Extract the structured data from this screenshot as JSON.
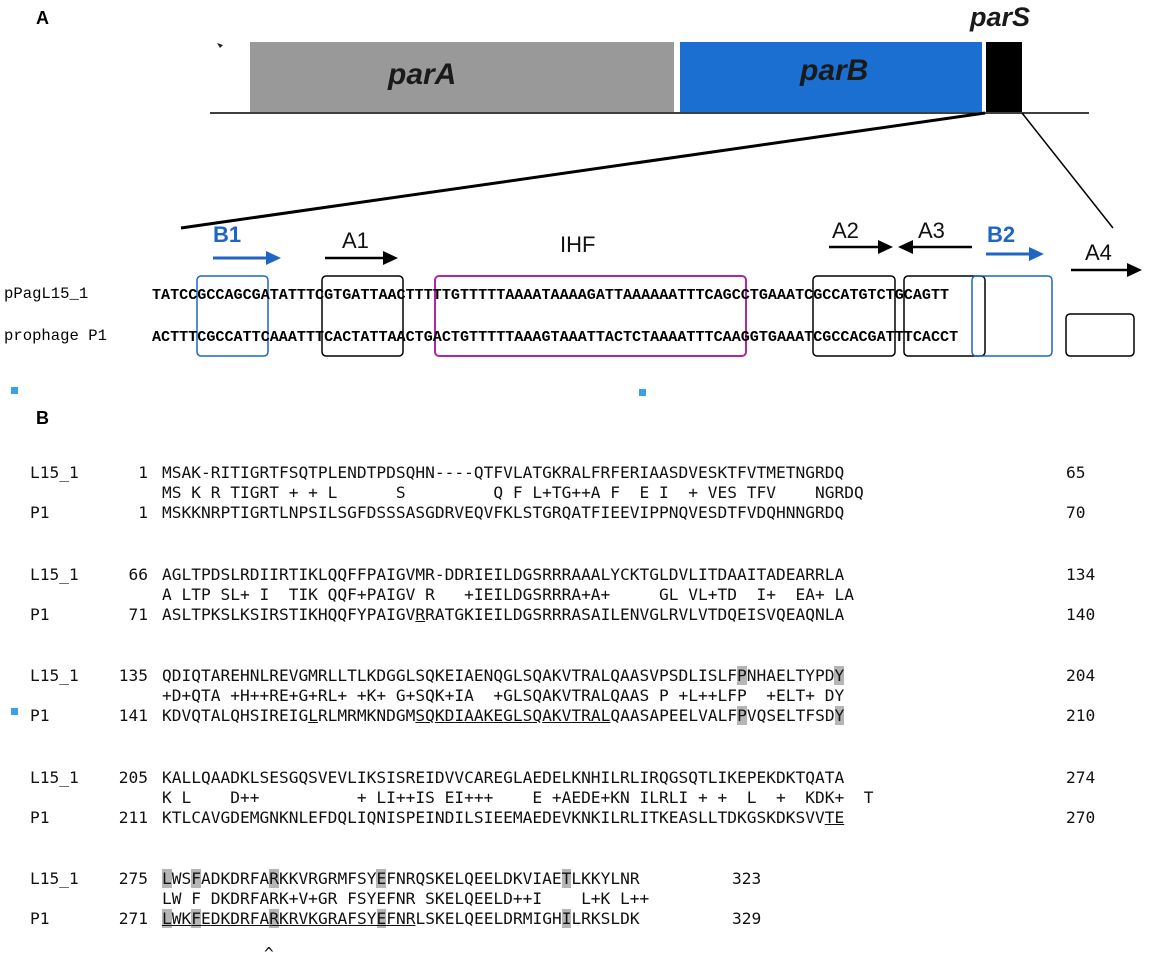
{
  "panel_a": {
    "label": "A",
    "gene_par_a": "parA",
    "gene_par_b": "parB",
    "site_par_s": "parS",
    "sites": {
      "b1": "B1",
      "a1": "A1",
      "ihf": "IHF",
      "a2": "A2",
      "a3": "A3",
      "b2": "B2",
      "a4": "A4"
    },
    "seq_names": [
      "pPagL15_1",
      "prophage P1"
    ],
    "sequences": [
      "TATCCGCCAGCGATATTTCGTGATTAACTTTTTGTTTTTAAAATAAAAGATTAAAAAATTTCAGCCTGAAATCGCCATGTCTGCAGTT",
      "ACTTTCGCCATTCAAATTTCACTATTAACTGACTGTTTTTAAAGTAAATTACTCTAAAATTTCAAGGTGAAATCGCCACGATTTCACCT"
    ],
    "colors": {
      "par_a": "#999999",
      "par_b": "#1a6fd1",
      "par_s": "#000000",
      "ihf_box": "#b0279f",
      "b_box": "#1f66c2",
      "a_box": "#000000"
    }
  },
  "panel_b": {
    "label": "B",
    "blocks": [
      {
        "q_name": "L15_1",
        "q_start": "1",
        "q_seq": "MSAK-RITIGRTFSQTPLENDTPDSQHN----QTFVLATGKRALFRFERIAASDVESKTFVTMETNGRDQ",
        "q_end": "65",
        "mid": "MS K R TIGRT + + L      S         Q F L+TG++A F  E I  + VES TFV    NGRDQ",
        "s_name": "P1",
        "s_start": "1",
        "s_seq": "MSKKNRPTIGRTLNPSILSGFDSSSASGDRVEQVFKLSTGRQATFIEEVIPPNQVESDTFVDQHNNGRDQ",
        "s_end": "70"
      },
      {
        "q_name": "L15_1",
        "q_start": "66",
        "q_seq": "AGLTPDSLRDIIRTIKLQQFFPAIGVMR-DDRIEILDGSRRRAAALYCKTGLDVLITDAAITADEARRLA",
        "q_end": "134",
        "mid": "A LTP SL+ I  TIK QQF+PAIGV R   +IEILDGSRRRA+A+     GL VL+TD  I+  EA+ LA",
        "s_name": "P1",
        "s_start": "71",
        "s_seq": "ASLTPKSLKSIRSTIKHQQFYPAIGVRRATGKIEILDGSRRRASAILENVGLRVLVTDQEISVQEAQNLA",
        "s_end": "140"
      },
      {
        "q_name": "L15_1",
        "q_start": "135",
        "q_seq": "QDIQTAREHNLREVGMRLLTLKDGGLSQKEIAENQGLSQAKVTRALQAASVPSDLISLFPNHAELTYPDY",
        "q_end": "204",
        "mid": "+D+QTA +H++RE+G+RL+ +K+ G+SQK+IA  +GLSQAKVTRALQAAS P +L++LFP  +ELT+ DY",
        "s_name": "P1",
        "s_start": "141",
        "s_seq": "KDVQTALQHSIREIGLRLMRMKNDGMSQKDIAAKEGLSQAKVTRALQAASAPEELVALFPVQSELTFSDY",
        "s_end": "210"
      },
      {
        "q_name": "L15_1",
        "q_start": "205",
        "q_seq": "KALLQAADKLSESGQSVEVLIKSISREIDVVCAREGLAEDELKNHILRLIRQGSQTLIKEPEKDKTQATA",
        "q_end": "274",
        "mid": "K L    D++          + LI++IS EI+++    E +AEDE+KN ILRLI + +  L  +  KDK+  T",
        "s_name": "P1",
        "s_start": "211",
        "s_seq": "KTLCAVGDEMGNKNLEFDQLIQNISPEINDILSIEEMAEDEVKNKILRLITKEASLLTDKGSKDKSVVTE",
        "s_end": "270"
      },
      {
        "q_name": "L15_1",
        "q_start": "275",
        "q_seq": "LWSFADKDRFARKKVRGRMFSYEFNRQSKELQEELDKVIAETLKKYLNR",
        "q_end": "323",
        "mid": "LW F DKDRFARK+V+GR FSYEFNR SKELQEELD++I    L+K L++",
        "s_name": "P1",
        "s_start": "271",
        "s_seq": "LWKFEDKDRFARKRVKGRAFSYEFNRLSKELQEELDRMIGHILRKSLDK",
        "s_end": "329"
      }
    ],
    "caret": "^"
  }
}
